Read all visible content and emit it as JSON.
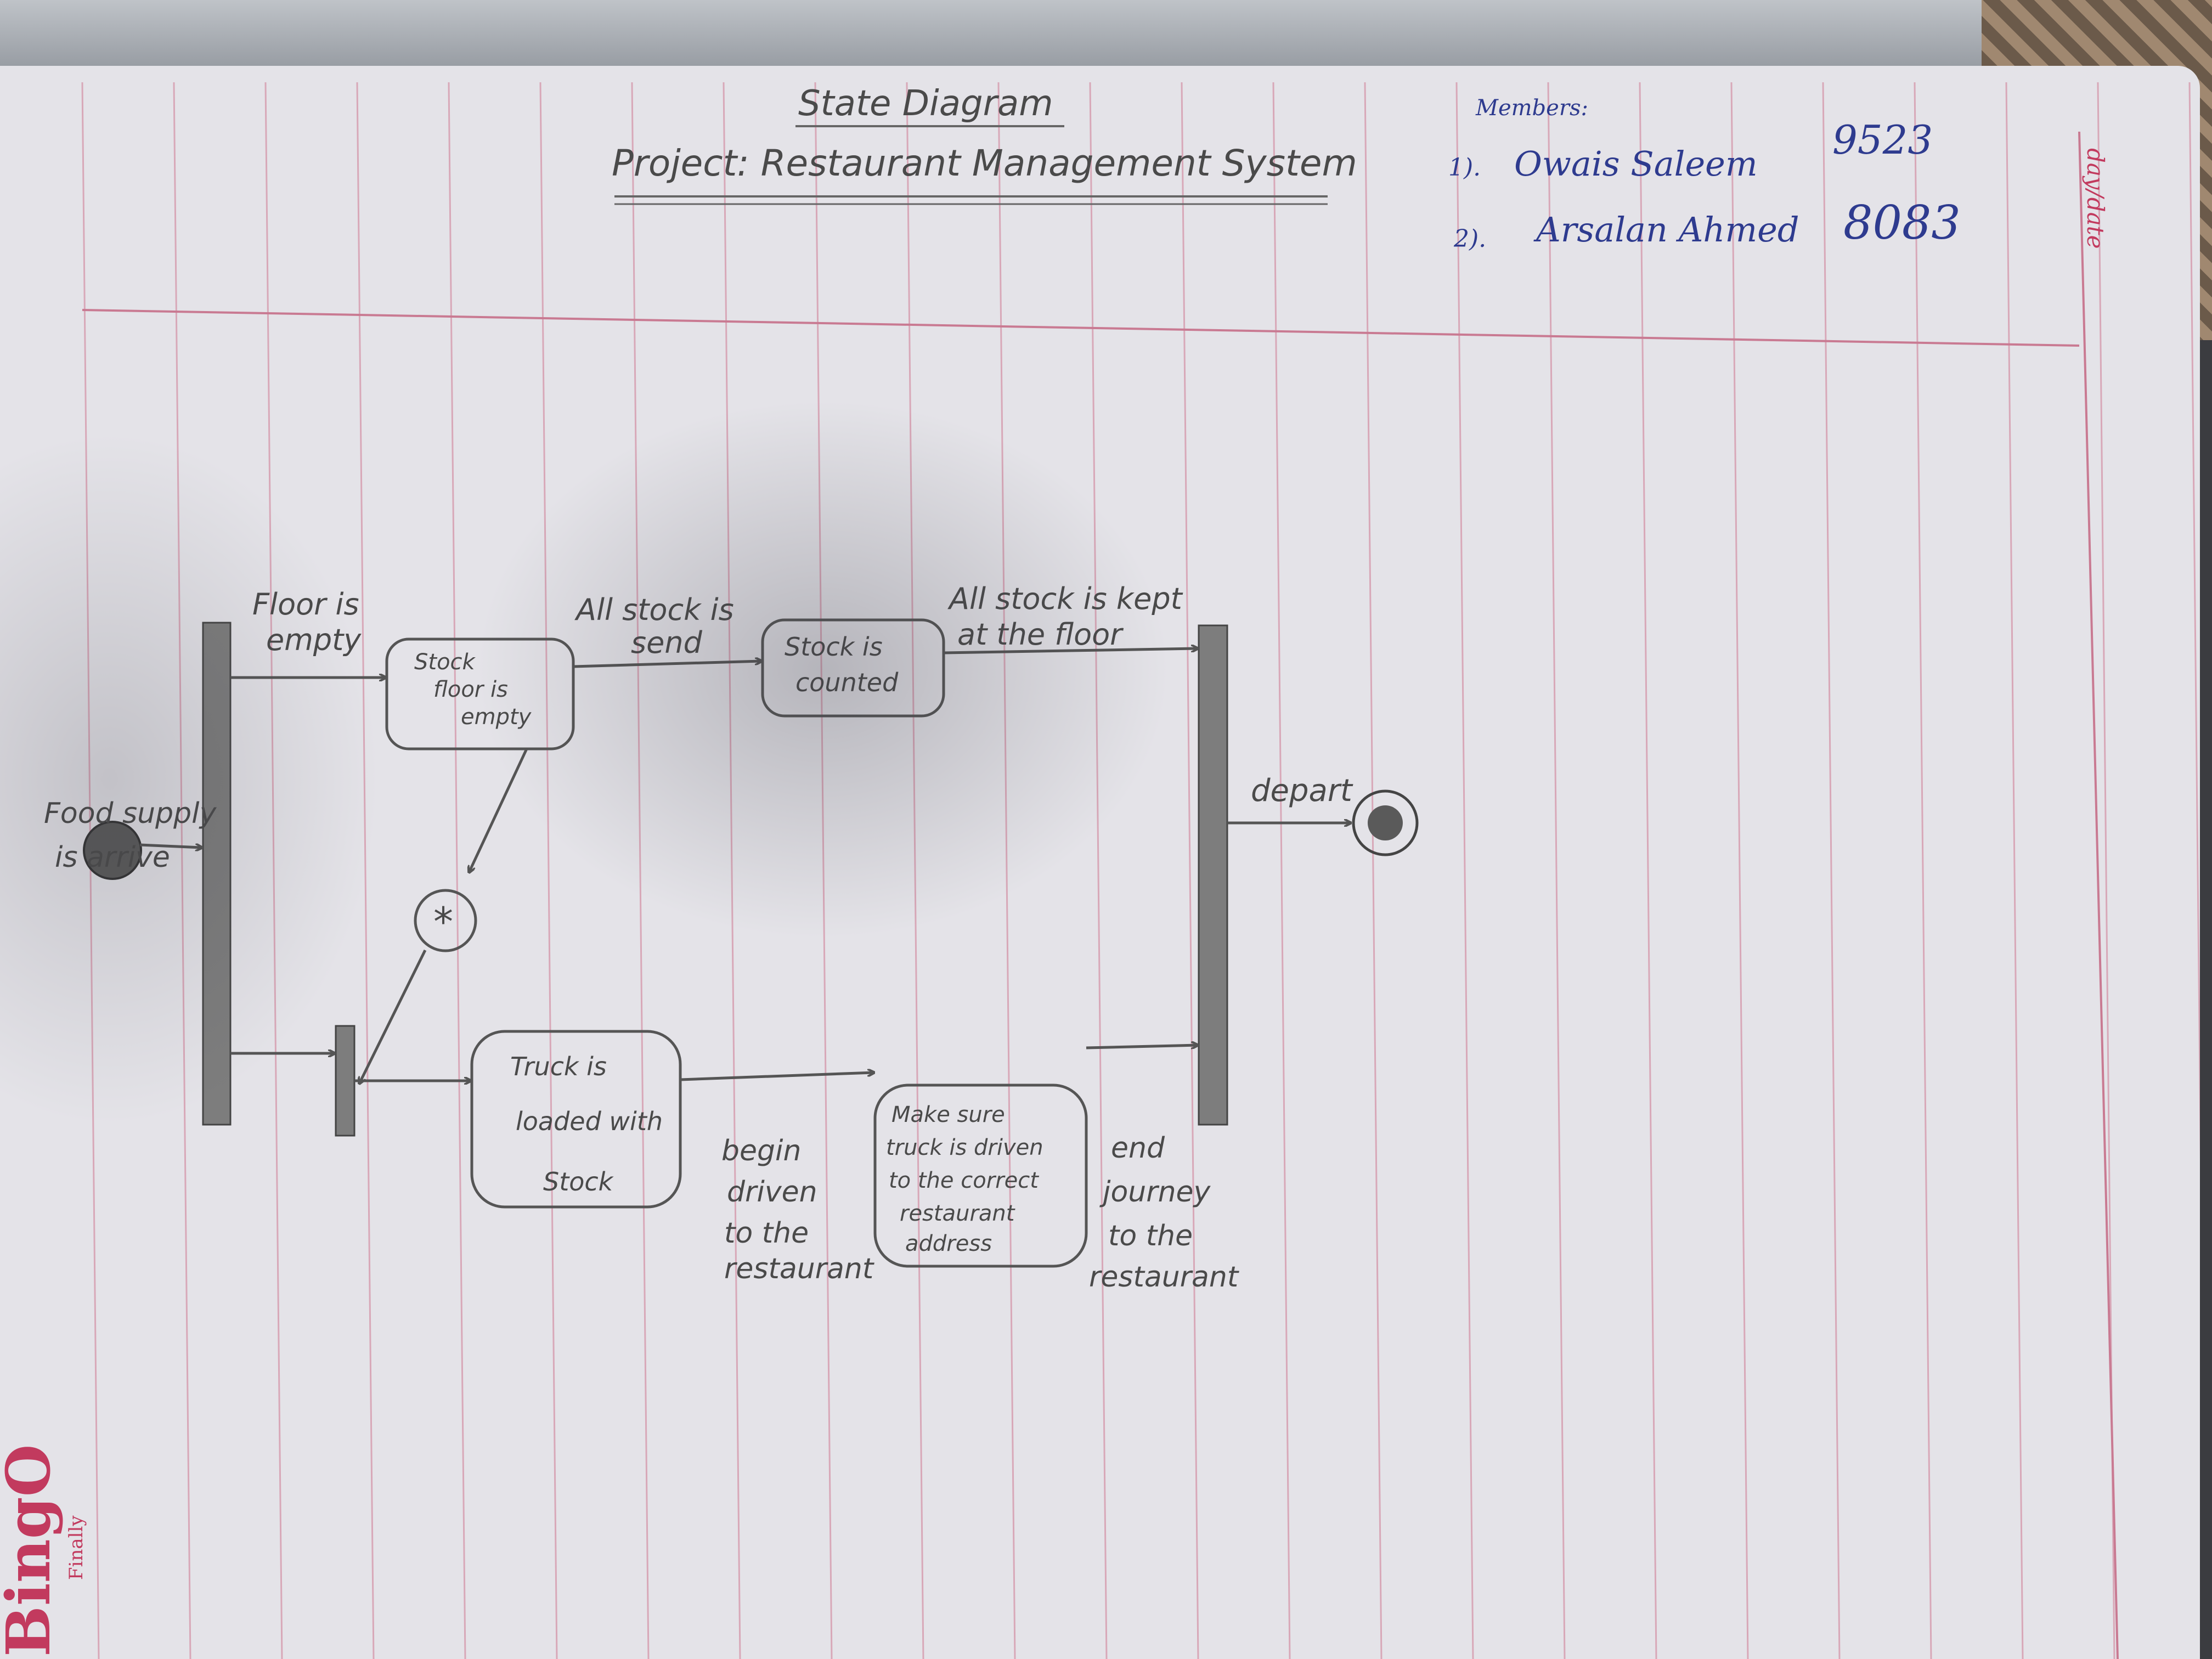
{
  "header": {
    "title": "State Diagram",
    "project": "Project: Restaurant Management System",
    "members_label": "Members:",
    "members": [
      {
        "index": "1).",
        "name": "Owais Saleem",
        "id": "9523"
      },
      {
        "index": "2).",
        "name": "Arsalan Ahmed",
        "id": "8083"
      }
    ],
    "margin_label": "day/date"
  },
  "notebook_brand": "BingO",
  "notebook_brand_sub": "Finally",
  "diagram": {
    "states": [
      {
        "id": "floor-empty",
        "lines": [
          "Stock",
          "floor is",
          "empty"
        ]
      },
      {
        "id": "stock-counted",
        "lines": [
          "Stock is",
          "counted"
        ]
      },
      {
        "id": "truck-loaded",
        "lines": [
          "Truck is",
          "loaded with",
          "Stock"
        ]
      },
      {
        "id": "correct-address",
        "lines": [
          "Make sure",
          "truck is driven",
          "to the correct",
          "restaurant",
          "address"
        ]
      }
    ],
    "transitions": [
      {
        "id": "t-food-arrive",
        "lines": [
          "Food supply",
          "is arrive"
        ]
      },
      {
        "id": "t-floor-empty",
        "lines": [
          "Floor is",
          "empty"
        ]
      },
      {
        "id": "t-stock-send",
        "lines": [
          "All stock is",
          "send"
        ]
      },
      {
        "id": "t-stock-kept",
        "lines": [
          "All stock is kept",
          "at the floor"
        ]
      },
      {
        "id": "t-depart",
        "lines": [
          "depart"
        ]
      },
      {
        "id": "t-begin-drive",
        "lines": [
          "begin",
          "driven",
          "to the",
          "restaurant"
        ]
      },
      {
        "id": "t-end-journey",
        "lines": [
          "end",
          "journey",
          "to the",
          "restaurant"
        ]
      }
    ],
    "history_symbol": "*",
    "colors": {
      "pencil": "#555555",
      "ink": "#2e3b8f",
      "rule_line": "#d8a8b8",
      "margin_line": "#c97a92"
    }
  }
}
